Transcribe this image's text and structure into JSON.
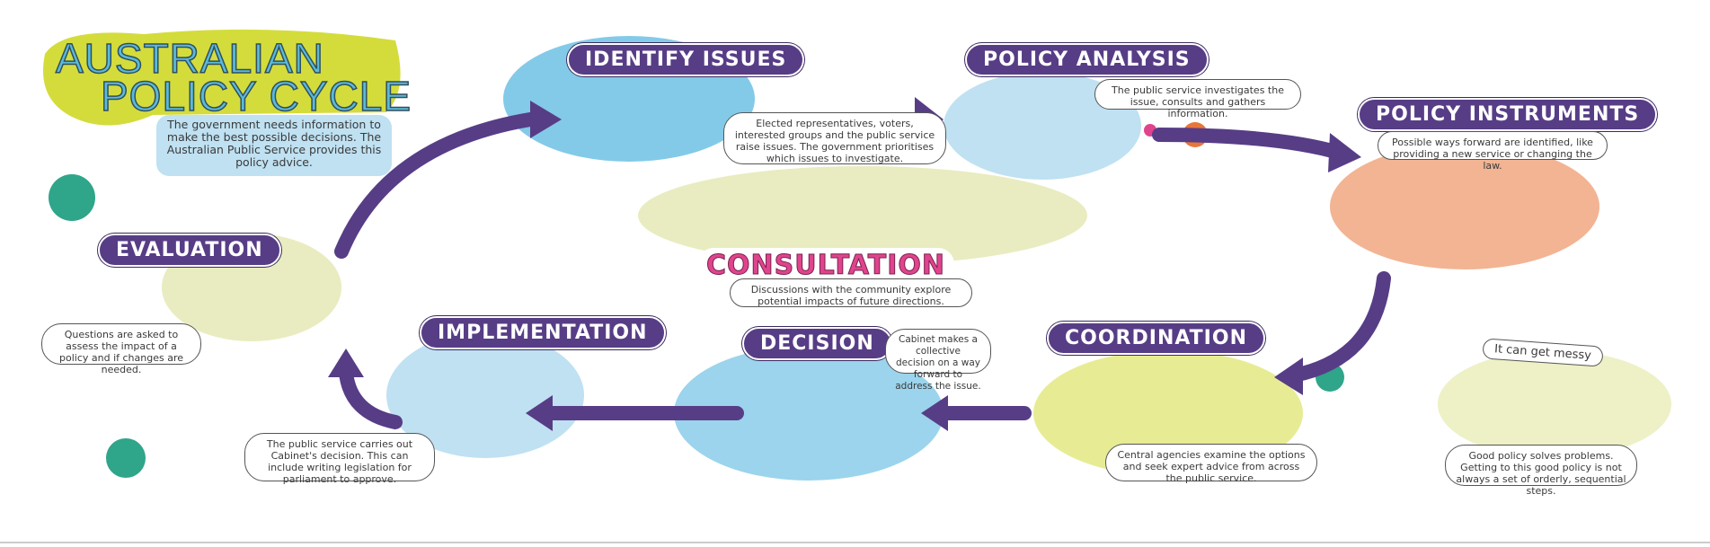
{
  "title": {
    "line1": "AUSTRALIAN",
    "line2": "POLICY CYCLE"
  },
  "intro": "The government needs information to make the best possible decisions. The Australian Public Service provides this policy advice.",
  "stages": {
    "identify": {
      "label": "IDENTIFY ISSUES",
      "text": "Elected representatives, voters, interested groups and the public service raise issues. The government prioritises which issues to investigate."
    },
    "analysis": {
      "label": "POLICY ANALYSIS",
      "text": "The public service investigates the issue, consults and gathers information."
    },
    "instruments": {
      "label": "POLICY INSTRUMENTS",
      "text": "Possible ways forward are identified, like providing a new service or changing the law."
    },
    "consultation": {
      "label": "CONSULTATION",
      "text": "Discussions with the community explore potential impacts of future directions."
    },
    "coordination": {
      "label": "COORDINATION",
      "text": "Central agencies examine the options and seek expert advice from across the public service."
    },
    "decision": {
      "label": "DECISION",
      "text": "Cabinet makes a collective decision on a way forward to address the issue."
    },
    "implementation": {
      "label": "IMPLEMENTATION",
      "text": "The public service carries out Cabinet's decision. This can include writing legislation for parliament to approve."
    },
    "evaluation": {
      "label": "EVALUATION",
      "text": "Questions are asked to assess the impact of a policy and if changes are needed."
    }
  },
  "messy": {
    "label": "It can get messy",
    "text": "Good policy solves problems. Getting to this good policy is not always a set of orderly, sequential steps."
  },
  "colors": {
    "purple": "#573d86",
    "pink": "#e0448d",
    "lime": "#d4dc3c",
    "sky": "#5bbad8",
    "lightblue": "#bfe1f2"
  }
}
